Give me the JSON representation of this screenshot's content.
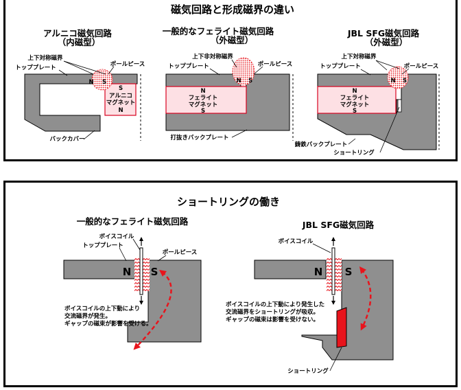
{
  "top": {
    "title": "磁気回路と形成磁界の違い",
    "sections": [
      {
        "title_line1": "アルニコ磁気回路",
        "title_line2": "（内磁型）",
        "field_label": "上下対称磁界",
        "top_plate": "トッププレート",
        "pole_piece": "ポールピース",
        "n": "N",
        "s": "S",
        "magnet_s": "S",
        "magnet_line1": "アルニコ",
        "magnet_line2": "マグネット",
        "magnet_n": "N",
        "bottom_label": "バックカバー"
      },
      {
        "title_line1": "一般的なフェライト磁気回路",
        "title_line2": "（外磁型）",
        "field_label": "上下非対称磁界",
        "top_plate": "トッププレート",
        "pole_piece": "ポールピース",
        "n": "N",
        "s": "S",
        "magnet_n": "N",
        "magnet_line1": "フェライト",
        "magnet_line2": "マグネット",
        "magnet_s": "S",
        "bottom_label": "打抜きバックプレート"
      },
      {
        "title_line1": "JBL SFG磁気回路",
        "title_line2": "（外磁型）",
        "field_label": "上下対称磁界",
        "top_plate": "トッププレート",
        "pole_piece": "ポールピース",
        "n": "N",
        "s": "S",
        "magnet_n": "N",
        "magnet_line1": "フェライト",
        "magnet_line2": "マグネット",
        "magnet_s": "S",
        "bottom_label": "鋳鉄バックプレート",
        "bottom_label2": "ショートリング"
      }
    ]
  },
  "bottom": {
    "title": "ショートリングの働き",
    "left": {
      "title": "一般的なフェライト磁気回路",
      "voice_coil": "ボイスコイル",
      "top_plate": "トッププレート",
      "pole_piece": "ポールピース",
      "n": "N",
      "s": "S",
      "note_line1": "ボイスコイルの上下動により",
      "note_line2": "交流磁界が発生。",
      "note_line3": "ギャップの磁束が影響を受ける。"
    },
    "right": {
      "title": "JBL SFG磁気回路",
      "voice_coil": "ボイスコイル",
      "n": "N",
      "s": "S",
      "note_line1": "ボイスコイルの上下動により発生した",
      "note_line2": "交流磁界をショートリングが吸収。",
      "note_line3": "ギャップの磁束は影響を受けない。",
      "short_ring": "ショートリング"
    }
  },
  "colors": {
    "steel": "#8f8f8f",
    "magnet_fill": "#fde0e4",
    "magnet_border": "#d8001e",
    "arrow_red": "#e8141c",
    "ring_red": "#e8141c"
  }
}
